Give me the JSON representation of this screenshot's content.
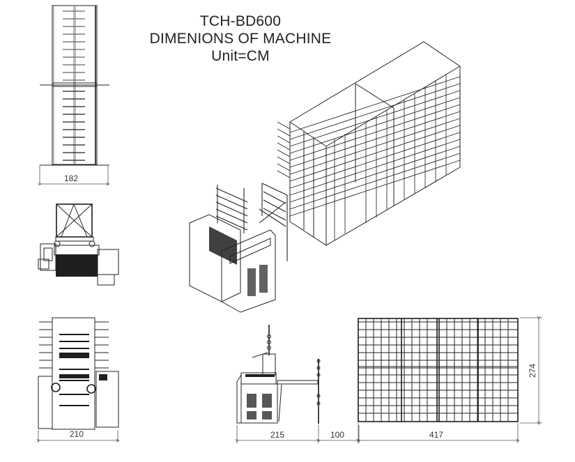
{
  "title": {
    "model": "TCH-BD600",
    "heading": "DIMENIONS OF MACHINE",
    "unit": "Unit=CM"
  },
  "views": {
    "top_view_creel": {
      "width_label": "182"
    },
    "side_view_machine": {},
    "front_view_machine": {
      "width_label": "210"
    },
    "side_view_with_creel": {
      "machine_length_label": "215",
      "gap_label": "100"
    },
    "creel_front_view": {
      "width_label": "417",
      "height_label": "274"
    },
    "isometric_view": {}
  },
  "colors": {
    "line": "#222222",
    "background": "#ffffff",
    "text": "#222222"
  }
}
